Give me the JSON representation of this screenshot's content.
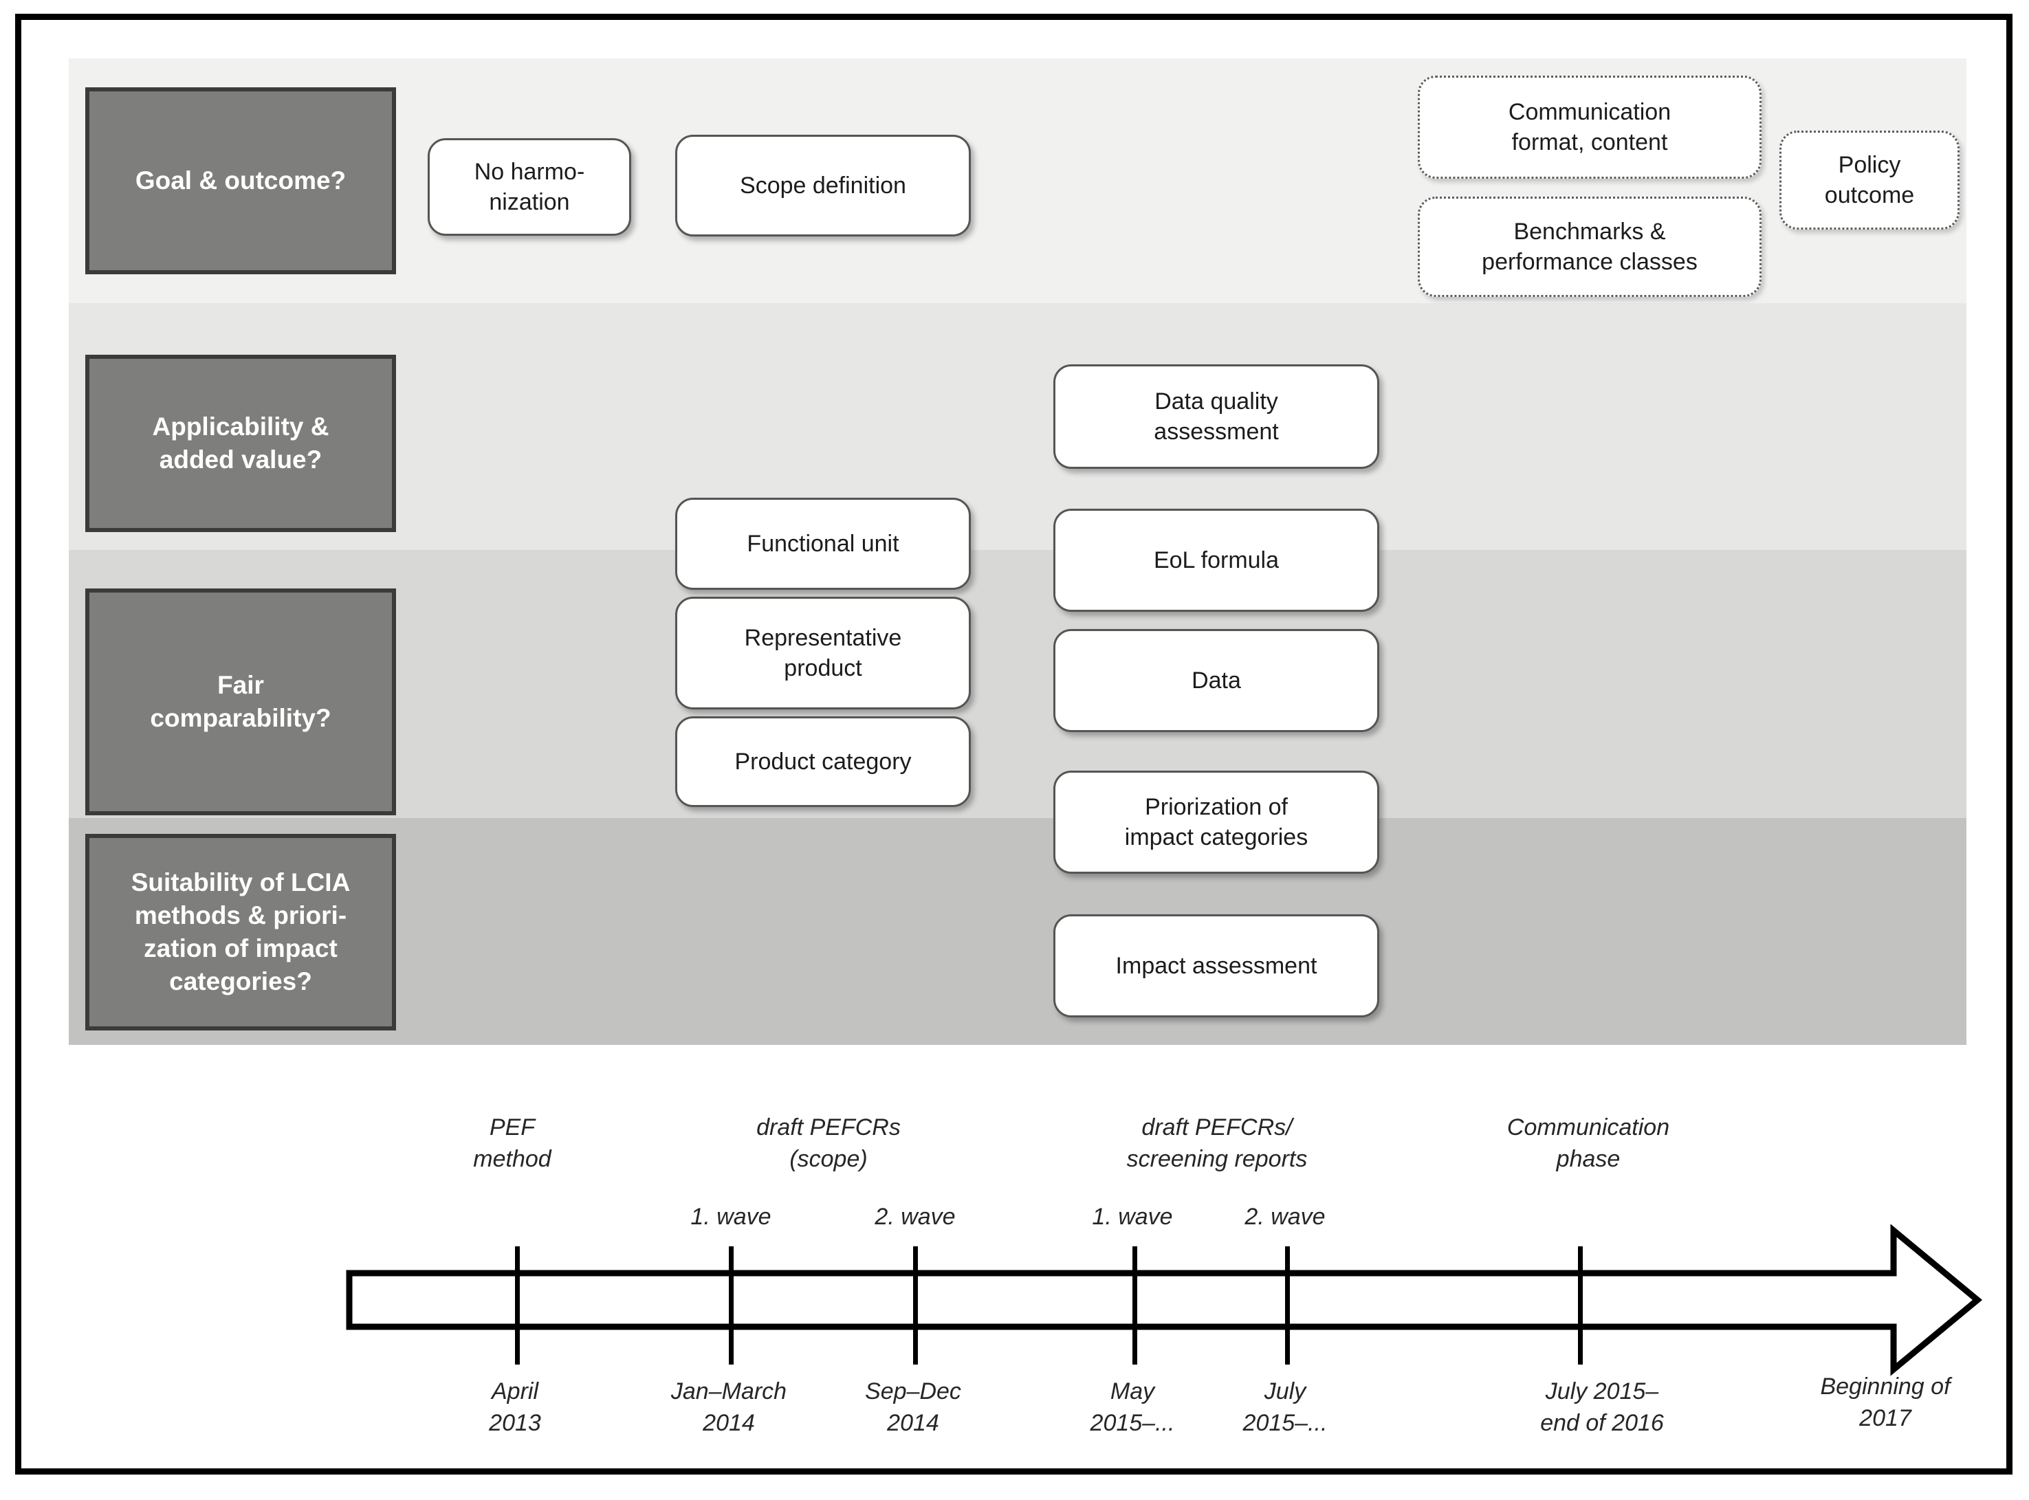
{
  "rows": [
    {
      "question": "Goal & outcome?"
    },
    {
      "question": "Applicability &\nadded value?"
    },
    {
      "question": "Fair\ncomparability?"
    },
    {
      "question": "Suitability of LCIA\nmethods & priori-\nzation of impact\ncategories?"
    }
  ],
  "boxes": {
    "no_harmonization": "No harmo-\nnization",
    "scope_definition": "Scope definition",
    "communication_format": "Communication\nformat, content",
    "benchmarks": "Benchmarks &\nperformance classes",
    "policy_outcome": "Policy\noutcome",
    "data_quality": "Data quality\nassessment",
    "functional_unit": "Functional unit",
    "representative_product": "Representative\nproduct",
    "product_category": "Product category",
    "eol_formula": "EoL formula",
    "data": "Data",
    "priorization": "Priorization of\nimpact categories",
    "impact_assessment": "Impact assessment"
  },
  "timeline": {
    "phases": [
      {
        "label": "PEF\nmethod"
      },
      {
        "label": "draft PEFCRs\n(scope)"
      },
      {
        "label": "draft PEFCRs/\nscreening reports"
      },
      {
        "label": "Communication\nphase"
      }
    ],
    "waves": [
      {
        "label": "1. wave"
      },
      {
        "label": "2. wave"
      },
      {
        "label": "1. wave"
      },
      {
        "label": "2. wave"
      }
    ],
    "dates": [
      {
        "label": "April\n2013"
      },
      {
        "label": "Jan–March\n2014"
      },
      {
        "label": "Sep–Dec\n2014"
      },
      {
        "label": "May\n2015–..."
      },
      {
        "label": "July\n2015–..."
      },
      {
        "label": "July 2015–\nend of 2016"
      },
      {
        "label": "Beginning of\n2017"
      }
    ]
  },
  "colors": {
    "band1": "#f1f1f0",
    "band2": "#e7e7e6",
    "band3": "#d8d8d7",
    "band4": "#c2c2c1",
    "question_box_fill": "#7e7e7d",
    "question_box_border": "#3b3b3b",
    "process_box_border": "#555554",
    "frame_border": "#000000",
    "text_dark": "#1c1c1c",
    "text_light": "#ffffff"
  }
}
